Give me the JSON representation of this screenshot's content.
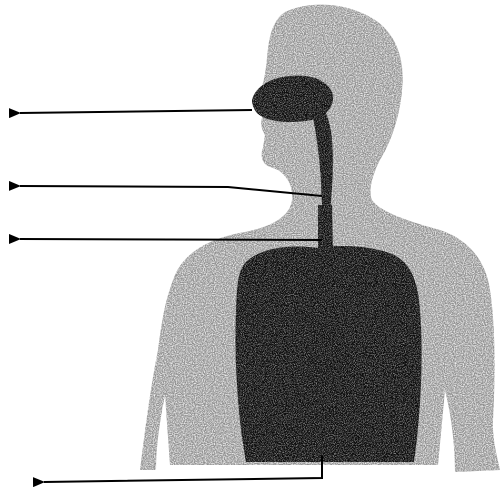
{
  "diagram": {
    "title": "",
    "colors": {
      "background": "#ffffff",
      "figure_gray": "#8e8e8e",
      "speckle": "#cfcfcf",
      "dark_region": "#0b0b0b",
      "arrow": "#000000"
    },
    "parts": [
      {
        "id": "nasal-cavity",
        "label": ""
      },
      {
        "id": "pharynx",
        "label": ""
      },
      {
        "id": "trachea",
        "label": ""
      },
      {
        "id": "lungs",
        "label": ""
      }
    ]
  }
}
